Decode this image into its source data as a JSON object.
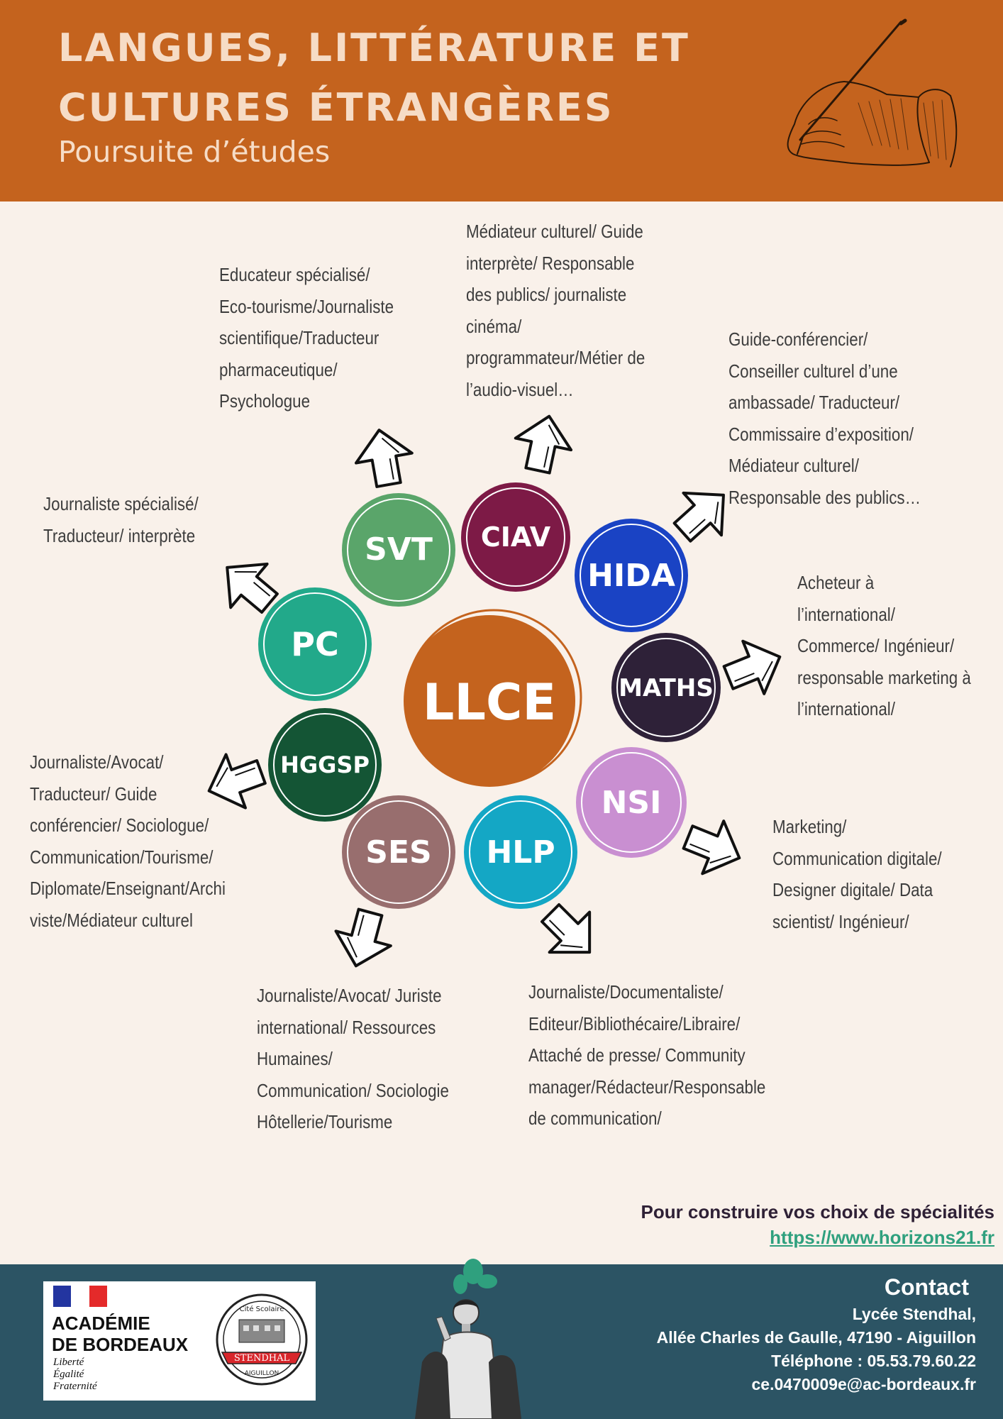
{
  "header": {
    "title_line1": "LANGUES, LITTÉRATURE ET",
    "title_line2": "CULTURES ÉTRANGÈRES",
    "subtitle": "Poursuite d’études"
  },
  "center": {
    "label": "LLCE"
  },
  "specialties": [
    {
      "label": "SVT",
      "color": "#5aa56a"
    },
    {
      "label": "CIAV",
      "color": "#7d1a46"
    },
    {
      "label": "HIDA",
      "color": "#1a43c4"
    },
    {
      "label": "MATHS",
      "color": "#2e2138"
    },
    {
      "label": "NSI",
      "color": "#c98fd1"
    },
    {
      "label": "HLP",
      "color": "#14a7c5"
    },
    {
      "label": "SES",
      "color": "#986e6e"
    },
    {
      "label": "HGGSP",
      "color": "#145535"
    },
    {
      "label": "PC",
      "color": "#22a98a"
    }
  ],
  "careers": {
    "svt": [
      "Educateur spécialisé/",
      "Eco-tourisme/Journaliste",
      "scientifique/Traducteur",
      "pharmaceutique/",
      "Psychologue"
    ],
    "ciav": [
      "Médiateur culturel/ Guide",
      "interprète/ Responsable",
      "des publics/ journaliste",
      "cinéma/",
      "programmateur/Métier de",
      "l’audio-visuel…"
    ],
    "hida": [
      "Guide-conférencier/",
      "Conseiller culturel d’une",
      "ambassade/ Traducteur/",
      "Commissaire d’exposition/",
      "Médiateur culturel/",
      "Responsable des publics…"
    ],
    "pc": [
      "Journaliste spécialisé/",
      "Traducteur/ interprète"
    ],
    "maths": [
      "Acheteur à",
      "l’international/",
      "Commerce/ Ingénieur/",
      "responsable marketing à",
      "l’international/"
    ],
    "hggsp": [
      "Journaliste/Avocat/",
      "Traducteur/ Guide",
      "conférencier/ Sociologue/",
      "Communication/Tourisme/",
      "Diplomate/Enseignant/Archi",
      "viste/Médiateur culturel"
    ],
    "nsi": [
      "Marketing/",
      "Communication digitale/",
      "Designer digitale/ Data",
      "scientist/ Ingénieur/"
    ],
    "ses": [
      "Journaliste/Avocat/ Juriste",
      "international/ Ressources",
      "Humaines/",
      "Communication/ Sociologie",
      "Hôtellerie/Tourisme"
    ],
    "hlp": [
      "Journaliste/Documentaliste/",
      "Editeur/Bibliothécaire/Libraire/",
      "Attaché de presse/ Community",
      "manager/Rédacteur/Responsable",
      "de communication/"
    ]
  },
  "cta": {
    "text": "Pour construire vos choix de spécialités",
    "link": "https://www.horizons21.fr"
  },
  "footer": {
    "academie_line1": "ACADÉMIE",
    "academie_line2": "DE BORDEAUX",
    "devise": [
      "Liberté",
      "Égalité",
      "Fraternité"
    ],
    "seal_top": "Cité Scolaire",
    "seal_banner": "STENDHAL",
    "seal_bottom": "AIGUILLON",
    "contact_title": "Contact",
    "contact_name": "Lycée Stendhal,",
    "contact_address": "Allée Charles de Gaulle, 47190 - Aiguillon",
    "contact_phone": "Téléphone :  05.53.79.60.22",
    "contact_email": "ce.0470009e@ac-bordeaux.fr"
  },
  "colors": {
    "header_bg": "#c4631e",
    "header_text": "#f6dcc6",
    "page_bg": "#f9f1ea",
    "footer_bg": "#2c5464",
    "link": "#2fa07e"
  }
}
